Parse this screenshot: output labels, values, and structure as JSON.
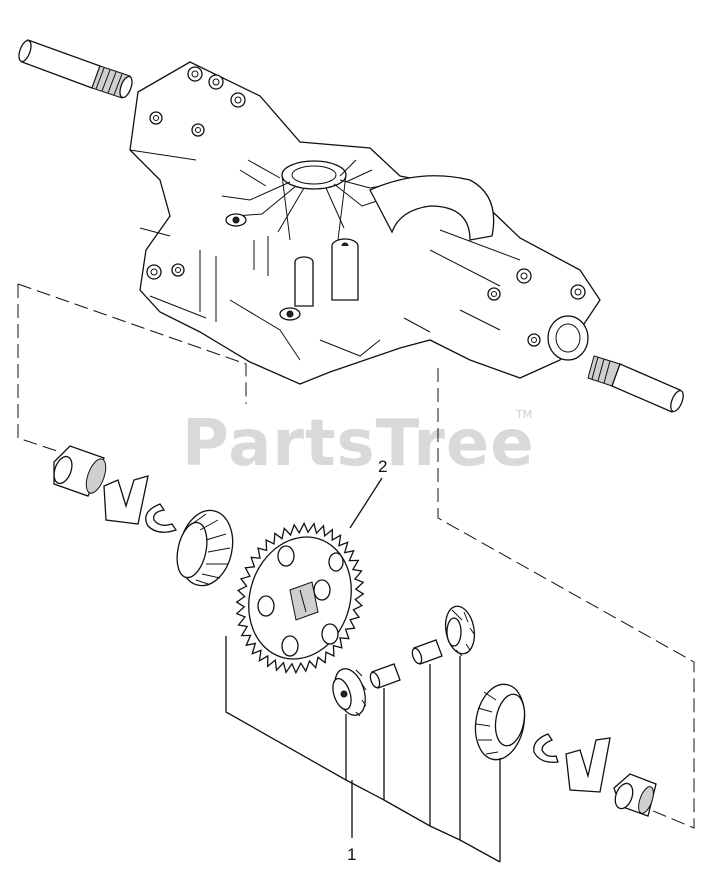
{
  "diagram": {
    "watermark": "PartsTree",
    "trademark": "TM",
    "callouts": [
      {
        "id": "1",
        "label": "1"
      },
      {
        "id": "2",
        "label": "2"
      }
    ]
  }
}
